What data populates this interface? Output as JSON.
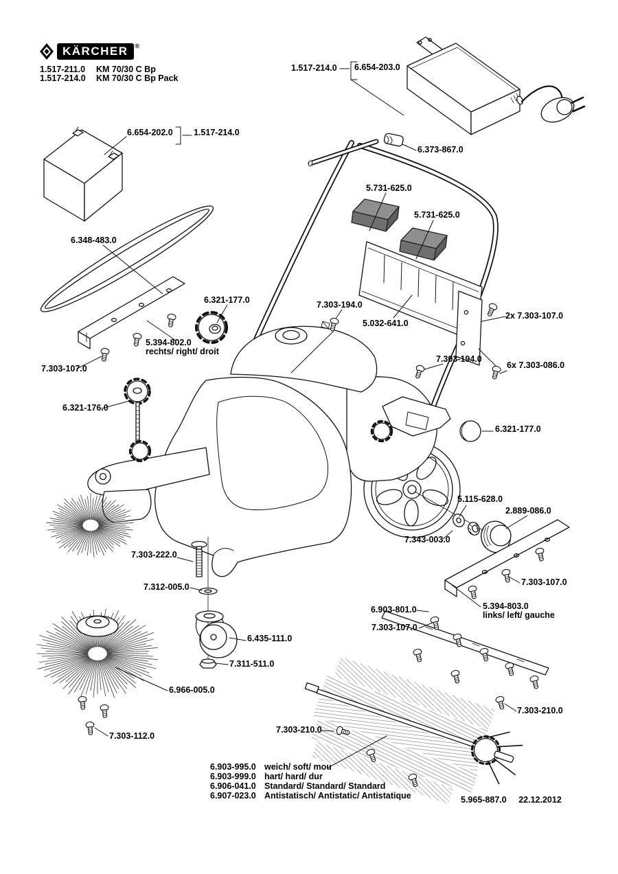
{
  "header": {
    "brand": "KÄRCHER",
    "registered": "®",
    "models": [
      {
        "code": "1.517-211.0",
        "name": "KM 70/30 C Bp"
      },
      {
        "code": "1.517-214.0",
        "name": "KM 70/30 C Bp Pack"
      }
    ]
  },
  "parts": {
    "charger_pack_ref": "1.517-214.0",
    "charger": "6.654-203.0",
    "battery": "6.654-202.0",
    "battery_pack_ref": "1.517-214.0",
    "handle_grip": "6.373-867.0",
    "belt": "6.348-483.0",
    "pad_upper": "5.731-625.0",
    "pad_lower": "5.731-625.0",
    "knob_front": "6.321-177.0",
    "screw_tank": "7.303-194.0",
    "filter_frame": "5.032-641.0",
    "screws_frame_2x": "2x 7.303-107.0",
    "rail_right": "5.394-802.0",
    "rail_right_note": "rechts/ right/ droit",
    "screw_rail_right": "7.303-107.0",
    "screw_frame": "7.303-194.0",
    "screws_frame_6x": "6x 7.303-086.0",
    "knob_star": "6.321-176.0",
    "wheel_cap": "6.321-177.0",
    "washer_wheel": "5.115-628.0",
    "hub_cap": "2.889-086.0",
    "wheel_nut": "7.343-003.0",
    "screw_rail_left": "7.303-107.0",
    "carriage_bolt": "7.303-222.0",
    "washer_caster": "7.312-005.0",
    "sealing_strip": "6.903-801.0",
    "rail_left": "5.394-803.0",
    "rail_left_note": "links/ left/ gauche",
    "screw_strip": "7.303-107.0",
    "caster_wheel": "6.435-111.0",
    "caster_nut": "7.311-511.0",
    "side_brush": "6.966-005.0",
    "screw_roller_right": "7.303-210.0",
    "screw_side_brush": "7.303-112.0",
    "screw_roller_left": "7.303-210.0"
  },
  "roller_variants": [
    {
      "code": "6.903-995.0",
      "desc": "weich/ soft/ mou"
    },
    {
      "code": "6.903-999.0",
      "desc": "hart/ hard/ dur"
    },
    {
      "code": "6.906-041.0",
      "desc": "Standard/ Standard/ Standard"
    },
    {
      "code": "6.907-023.0",
      "desc": "Antistatisch/ Antistatic/ Antistatique"
    }
  ],
  "footer": {
    "document_number": "5.965-887.0",
    "date": "22.12.2012"
  }
}
